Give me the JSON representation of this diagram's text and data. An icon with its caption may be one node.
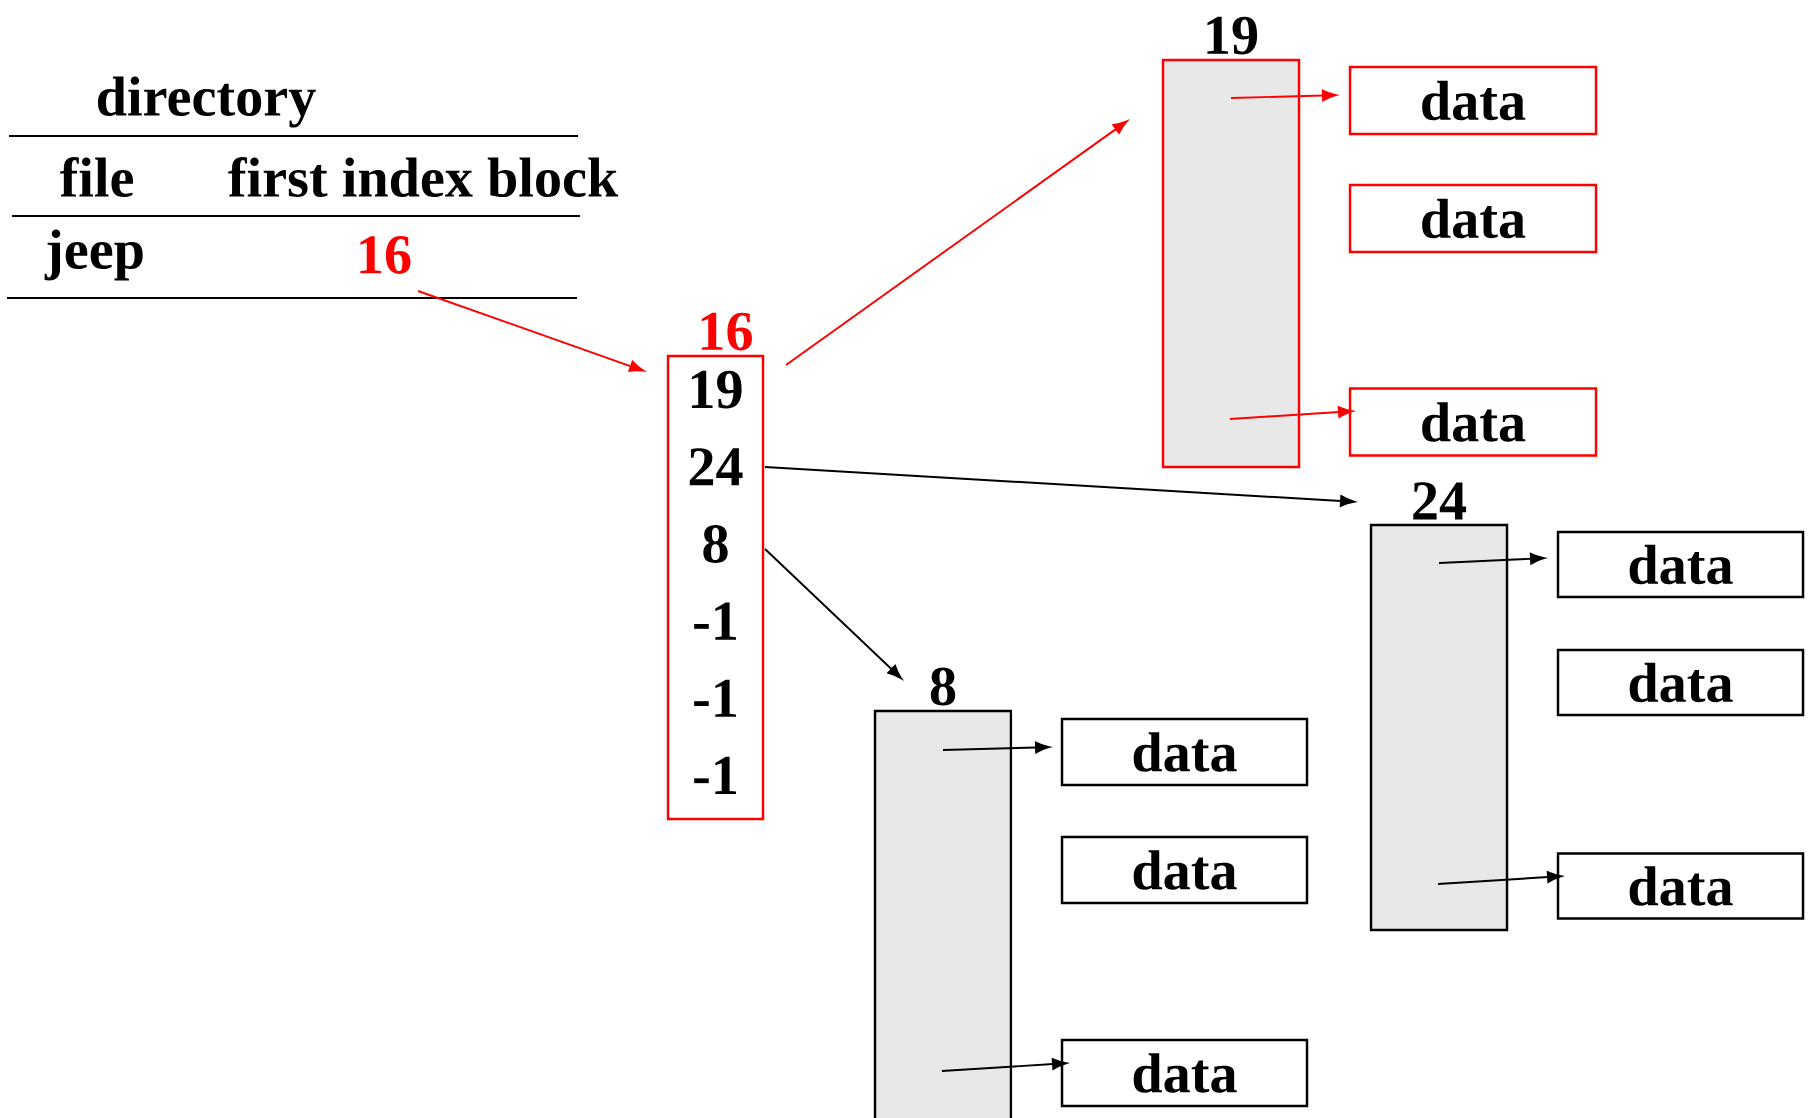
{
  "diagram": {
    "nodes": [
      {
        "text": [
          "16"
        ]
      },
      {
        "text": [
          "16",
          "19",
          "24",
          "8",
          "-1",
          "-1",
          "-1"
        ]
      },
      {
        "text": [
          "19"
        ]
      },
      {
        "text": [
          "data"
        ]
      },
      {
        "text": [
          "data"
        ]
      },
      {
        "text": [
          "data"
        ]
      },
      {
        "text": [
          "24"
        ]
      },
      {
        "text": [
          "data"
        ]
      },
      {
        "text": [
          "data"
        ]
      },
      {
        "text": [
          "data"
        ]
      },
      {
        "text": [
          "8"
        ]
      },
      {
        "text": [
          "data"
        ]
      },
      {
        "text": [
          "data"
        ]
      },
      {
        "text": [
          "data"
        ]
      }
    ],
    "edges": [
      {
        "from": 0,
        "to": 1,
        "arrow": "to",
        "color": "#ff0000"
      },
      {
        "from": 1,
        "to": 2,
        "arrow": "to",
        "color": "#ff0000"
      },
      {
        "from": 2,
        "to": 3,
        "arrow": "to",
        "color": "#ff0000"
      },
      {
        "from": 2,
        "to": 5,
        "arrow": "to",
        "color": "#ff0000"
      },
      {
        "from": 1,
        "to": 6,
        "arrow": "to"
      },
      {
        "from": 1,
        "to": 10,
        "arrow": "to"
      },
      {
        "from": 6,
        "to": 7,
        "arrow": "to"
      },
      {
        "from": 6,
        "to": 9,
        "arrow": "to"
      },
      {
        "from": 10,
        "to": 11,
        "arrow": "to"
      },
      {
        "from": 10,
        "to": 13,
        "arrow": "to"
      }
    ],
    "labels": [
      "directory",
      "file",
      "first index block",
      "jeep"
    ]
  }
}
